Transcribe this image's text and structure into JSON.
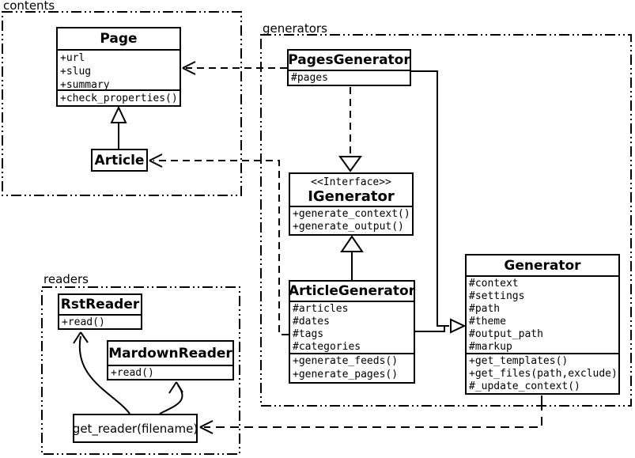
{
  "packages": {
    "contents": {
      "label": "contents"
    },
    "generators": {
      "label": "generators"
    },
    "readers": {
      "label": "readers"
    }
  },
  "classes": {
    "page": {
      "name": "Page",
      "attributes": [
        "+url",
        "+slug",
        "+summary"
      ],
      "methods": [
        "+check_properties()"
      ]
    },
    "article": {
      "name": "Article"
    },
    "pagesGenerator": {
      "name": "PagesGenerator",
      "attributes": [
        "#pages"
      ]
    },
    "iGenerator": {
      "stereotype": "<<Interface>>",
      "name": "IGenerator",
      "methods": [
        "+generate_context()",
        "+generate_output()"
      ]
    },
    "articleGenerator": {
      "name": "ArticleGenerator",
      "attributes": [
        "#articles",
        "#dates",
        "#tags",
        "#categories"
      ],
      "methods": [
        "+generate_feeds()",
        "+generate_pages()"
      ]
    },
    "generator": {
      "name": "Generator",
      "attributes": [
        "#context",
        "#settings",
        "#path",
        "#theme",
        "#output_path",
        "#markup"
      ],
      "methods": [
        "+get_templates()",
        "+get_files(path,exclude)",
        "#_update_context()"
      ]
    },
    "rstReader": {
      "name": "RstReader",
      "methods": [
        "+read()"
      ]
    },
    "mardownReader": {
      "name": "MardownReader",
      "methods": [
        "+read()"
      ]
    },
    "getReader": {
      "name": "get_reader(filename)"
    }
  },
  "relationships": [
    {
      "from": "Article",
      "to": "Page",
      "type": "generalization"
    },
    {
      "from": "PagesGenerator",
      "to": "Page",
      "type": "dependency"
    },
    {
      "from": "ArticleGenerator",
      "to": "Article",
      "type": "dependency"
    },
    {
      "from": "PagesGenerator",
      "to": "IGenerator",
      "type": "realization"
    },
    {
      "from": "ArticleGenerator",
      "to": "IGenerator",
      "type": "generalization"
    },
    {
      "from": "PagesGenerator",
      "to": "Generator",
      "type": "generalization"
    },
    {
      "from": "ArticleGenerator",
      "to": "Generator",
      "type": "generalization"
    },
    {
      "from": "Generator",
      "to": "get_reader(filename)",
      "type": "dependency"
    },
    {
      "from": "get_reader(filename)",
      "to": "RstReader",
      "type": "association"
    },
    {
      "from": "get_reader(filename)",
      "to": "MardownReader",
      "type": "association"
    }
  ],
  "colors": {
    "line": "#000000",
    "background": "#ffffff"
  }
}
